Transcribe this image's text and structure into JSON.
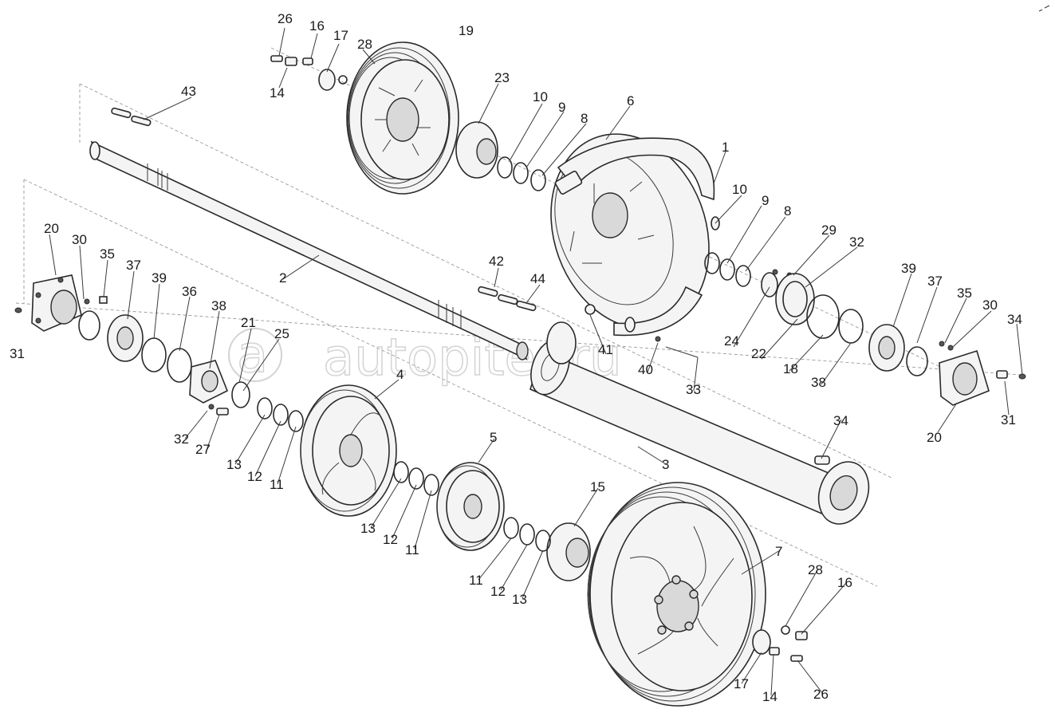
{
  "watermark": "autopiter.ru",
  "labels": [
    {
      "id": "c26a",
      "text": "26"
    },
    {
      "id": "c16a",
      "text": "16"
    },
    {
      "id": "c17a",
      "text": "17"
    },
    {
      "id": "c28a",
      "text": "28"
    },
    {
      "id": "c19",
      "text": "19"
    },
    {
      "id": "c14a",
      "text": "14"
    },
    {
      "id": "c43",
      "text": "43"
    },
    {
      "id": "c23",
      "text": "23"
    },
    {
      "id": "c10a",
      "text": "10"
    },
    {
      "id": "c9a",
      "text": "9"
    },
    {
      "id": "c8a",
      "text": "8"
    },
    {
      "id": "c6",
      "text": "6"
    },
    {
      "id": "c1",
      "text": "1"
    },
    {
      "id": "c10b",
      "text": "10"
    },
    {
      "id": "c9b",
      "text": "9"
    },
    {
      "id": "c8b",
      "text": "8"
    },
    {
      "id": "c29",
      "text": "29"
    },
    {
      "id": "c32a",
      "text": "32"
    },
    {
      "id": "c20a",
      "text": "20"
    },
    {
      "id": "c30a",
      "text": "30"
    },
    {
      "id": "c35a",
      "text": "35"
    },
    {
      "id": "c37a",
      "text": "37"
    },
    {
      "id": "c39a",
      "text": "39"
    },
    {
      "id": "c36",
      "text": "36"
    },
    {
      "id": "c38a",
      "text": "38"
    },
    {
      "id": "c2",
      "text": "2"
    },
    {
      "id": "c21",
      "text": "21"
    },
    {
      "id": "c25",
      "text": "25"
    },
    {
      "id": "c42",
      "text": "42"
    },
    {
      "id": "c44",
      "text": "44"
    },
    {
      "id": "c39b",
      "text": "39"
    },
    {
      "id": "c37b",
      "text": "37"
    },
    {
      "id": "c35b",
      "text": "35"
    },
    {
      "id": "c30b",
      "text": "30"
    },
    {
      "id": "c34a",
      "text": "34"
    },
    {
      "id": "c31a",
      "text": "31"
    },
    {
      "id": "c24",
      "text": "24"
    },
    {
      "id": "c22",
      "text": "22"
    },
    {
      "id": "c41",
      "text": "41"
    },
    {
      "id": "c40",
      "text": "40"
    },
    {
      "id": "c33",
      "text": "33"
    },
    {
      "id": "c18",
      "text": "18"
    },
    {
      "id": "c38b",
      "text": "38"
    },
    {
      "id": "c4",
      "text": "4"
    },
    {
      "id": "c32b",
      "text": "32"
    },
    {
      "id": "c27",
      "text": "27"
    },
    {
      "id": "c13a",
      "text": "13"
    },
    {
      "id": "c12a",
      "text": "12"
    },
    {
      "id": "c11a",
      "text": "11"
    },
    {
      "id": "c5",
      "text": "5"
    },
    {
      "id": "c3",
      "text": "3"
    },
    {
      "id": "c34b",
      "text": "34"
    },
    {
      "id": "c31b",
      "text": "31"
    },
    {
      "id": "c20b",
      "text": "20"
    },
    {
      "id": "c13b",
      "text": "13"
    },
    {
      "id": "c12b",
      "text": "12"
    },
    {
      "id": "c11b",
      "text": "11"
    },
    {
      "id": "c15",
      "text": "15"
    },
    {
      "id": "c11c",
      "text": "11"
    },
    {
      "id": "c12c",
      "text": "12"
    },
    {
      "id": "c13c",
      "text": "13"
    },
    {
      "id": "c7",
      "text": "7"
    },
    {
      "id": "c28b",
      "text": "28"
    },
    {
      "id": "c16b",
      "text": "16"
    },
    {
      "id": "c17b",
      "text": "17"
    },
    {
      "id": "c14b",
      "text": "14"
    },
    {
      "id": "c26b",
      "text": "26"
    }
  ]
}
